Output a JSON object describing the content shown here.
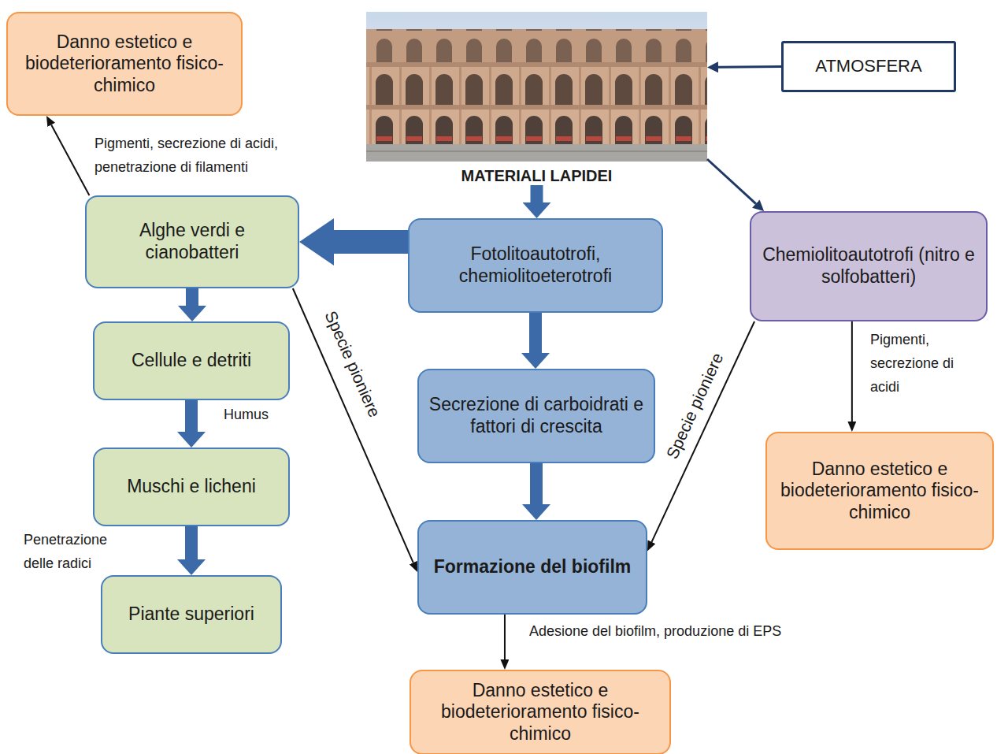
{
  "diagram": {
    "nodes": [
      {
        "text": [
          "Danno estetico e biodeterioramento fisico-chimico"
        ]
      },
      {
        "text": [
          "MATERIALI LAPIDEI"
        ]
      },
      {
        "text": [
          "ATMOSFERA"
        ]
      },
      {
        "text": [
          "Alghe verdi e cianobatteri"
        ]
      },
      {
        "text": [
          "Fotolitoautotrofi, chemiolitoeterotrofi"
        ]
      },
      {
        "text": [
          "Chemiolitoautotrofi (nitro e solfobatteri)"
        ]
      },
      {
        "text": [
          "Cellule e detriti"
        ]
      },
      {
        "text": [
          "Secrezione di carboidrati e fattori di crescita"
        ]
      },
      {
        "text": [
          "Muschi e licheni"
        ]
      },
      {
        "text": [
          "Danno estetico e biodeterioramento fisico-chimico"
        ]
      },
      {
        "text": [
          "Formazione del biofilm"
        ]
      },
      {
        "text": [
          "Piante superiori"
        ]
      },
      {
        "text": [
          "Danno estetico e biodeterioramento fisico-chimico"
        ]
      }
    ],
    "edges": [
      {
        "from": 2,
        "to": 1,
        "arrow": "to"
      },
      {
        "from": 1,
        "to": 4,
        "arrow": "to"
      },
      {
        "from": 1,
        "to": 5,
        "arrow": "to"
      },
      {
        "from": 4,
        "to": 3,
        "arrow": "to"
      },
      {
        "from": 3,
        "to": 0,
        "label": "Pigmenti, secrezione di acidi, penetrazione di filamenti",
        "arrow": "to"
      },
      {
        "from": 3,
        "to": 6,
        "arrow": "to"
      },
      {
        "from": 3,
        "to": 10,
        "label": "Specie pioniere",
        "arrow": "to"
      },
      {
        "from": 4,
        "to": 7,
        "arrow": "to"
      },
      {
        "from": 5,
        "to": 9,
        "label": "Pigmenti, secrezione di acidi",
        "arrow": "to"
      },
      {
        "from": 5,
        "to": 10,
        "label": "Specie pioniere",
        "arrow": "to"
      },
      {
        "from": 6,
        "to": 8,
        "label": "Humus",
        "arrow": "to"
      },
      {
        "from": 7,
        "to": 10,
        "arrow": "to"
      },
      {
        "from": 8,
        "to": 11,
        "label": "Penetrazione delle radici",
        "arrow": "to"
      },
      {
        "from": 10,
        "to": 12,
        "label": "Adesione del biofilm, produzione di EPS",
        "arrow": "to"
      }
    ]
  }
}
